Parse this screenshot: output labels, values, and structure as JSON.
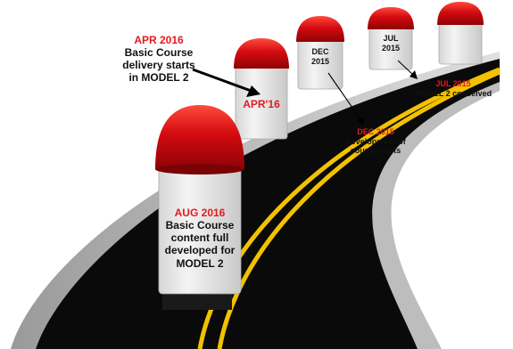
{
  "colors": {
    "road": "#0a0a0a",
    "road_edge": "#b9b9b9",
    "lane_line": "#f2c200",
    "stone_body": "#e9e9e9",
    "stone_cap": "#c8070b",
    "label_red": "#e31a1c",
    "label_dark": "#111111"
  },
  "milestones": [
    {
      "name": "aug-2016",
      "text_lines": [
        "AUG 2016",
        "Basic Course",
        "content full",
        "developed for",
        "MODEL 2"
      ]
    },
    {
      "name": "apr-2016",
      "text_lines": [
        "APR'16"
      ]
    },
    {
      "name": "dec-2015",
      "text_lines": [
        "DEC",
        "2015"
      ]
    },
    {
      "name": "jul-2015",
      "text_lines": [
        "JUL",
        "2015"
      ]
    },
    {
      "name": "blank",
      "text_lines": []
    }
  ],
  "callouts": {
    "apr2016": {
      "date": "APR 2016",
      "lines": [
        "Basic Course",
        "delivery starts",
        "in  MODEL 2"
      ]
    },
    "dec2015": {
      "date": "DEC 2015",
      "lines": [
        "Development of",
        "course starts"
      ]
    },
    "jul2015": {
      "date": "JUL 2015",
      "lines": [
        "MODEL 2 conceived"
      ]
    }
  }
}
